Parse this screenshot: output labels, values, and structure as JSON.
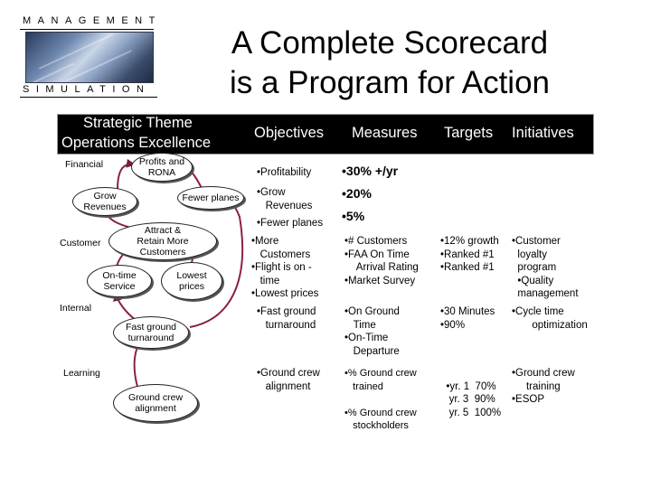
{
  "logo": {
    "top_text": "MANAGEMENT",
    "bottom_text": "SIMULATION"
  },
  "title": {
    "line1": "A Complete Scorecard",
    "line2": "is a Program for Action"
  },
  "header": {
    "theme_line1": "Strategic Theme",
    "theme_line2": "Operations Excellence",
    "objectives": "Objectives",
    "measures": "Measures",
    "targets": "Targets",
    "initiatives": "Initiatives"
  },
  "perspectives": {
    "financial": "Financial",
    "customer": "Customer",
    "internal": "Internal",
    "learning": "Learning"
  },
  "nodes": {
    "profits": [
      "Profits and",
      "RONA"
    ],
    "grow": [
      "Grow",
      "Revenues"
    ],
    "fewer": "Fewer planes",
    "attract": [
      "Attract &",
      "Retain More",
      "Customers"
    ],
    "ontime": [
      "On-time",
      "Service"
    ],
    "lowest": [
      "Lowest",
      "prices"
    ],
    "fastground": [
      "Fast ground",
      "turnaround"
    ],
    "groundcrew": [
      "Ground crew",
      "alignment"
    ]
  },
  "objectives": {
    "financial": [
      "Profitability",
      "Grow",
      "Revenues",
      "Fewer planes"
    ],
    "customer": [
      "More",
      "Customers",
      "Flight is on -",
      "time",
      "Lowest prices"
    ],
    "internal": [
      "Fast ground",
      "turnaround"
    ],
    "learning": [
      "Ground crew",
      "alignment"
    ]
  },
  "measures": {
    "financial": [
      "30% +/yr",
      "20%",
      "5%"
    ],
    "customer": [
      "# Customers",
      "FAA On Time",
      "Arrival Rating",
      "Market Survey"
    ],
    "internal": [
      "On Ground",
      "Time",
      "On-Time",
      "Departure"
    ],
    "learning": [
      "% Ground crew",
      "trained",
      "% Ground crew",
      "stockholders"
    ]
  },
  "targets": {
    "customer": [
      "12% growth",
      "Ranked #1",
      "Ranked #1"
    ],
    "internal": [
      "30 Minutes",
      "90%"
    ],
    "learning": [
      "yr. 1  70%",
      "yr. 3  90%",
      "yr. 5  100%"
    ]
  },
  "initiatives": {
    "customer": [
      "•Customer",
      "loyalty",
      "program",
      "Quality",
      "management"
    ],
    "internal": [
      "Cycle time",
      "optimization"
    ],
    "learning": [
      "Ground crew",
      "training",
      "ESOP"
    ]
  }
}
